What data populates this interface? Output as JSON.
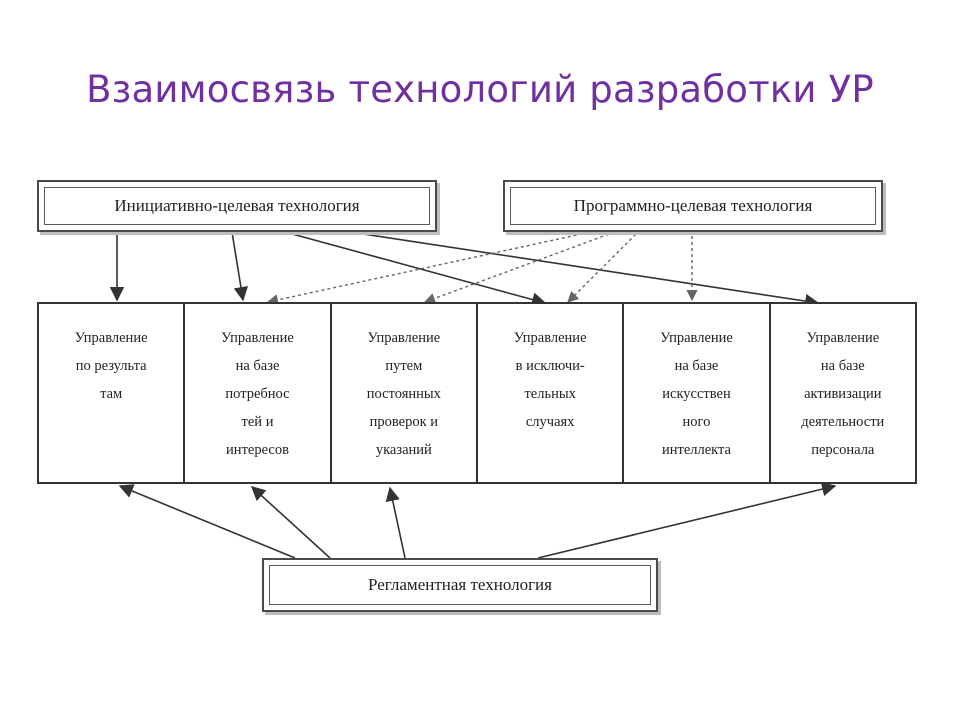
{
  "title": "Взаимосвязь технологий разработки УР",
  "diagram": {
    "top_left_box": "Инициативно-целевая технология",
    "top_right_box": "Программно-целевая технология",
    "bottom_box": "Регламентная технология",
    "cells": [
      {
        "lines": [
          "Управление",
          "по результа",
          "там"
        ]
      },
      {
        "lines": [
          "Управление",
          "на базе",
          "потребнос",
          "тей и",
          "интересов"
        ]
      },
      {
        "lines": [
          "Управление",
          "путем",
          "постоянных",
          "проверок и",
          "указаний"
        ]
      },
      {
        "lines": [
          "Управление",
          "в исключи-",
          "тельных",
          "случаях"
        ]
      },
      {
        "lines": [
          "Управление",
          "на базе",
          "искусствен",
          "ного",
          "интеллекта"
        ]
      },
      {
        "lines": [
          "Управление",
          "на базе",
          "активизации",
          "деятельности",
          "персонала"
        ]
      }
    ]
  },
  "colors": {
    "title": "#7030a0",
    "lines": "#333333"
  }
}
